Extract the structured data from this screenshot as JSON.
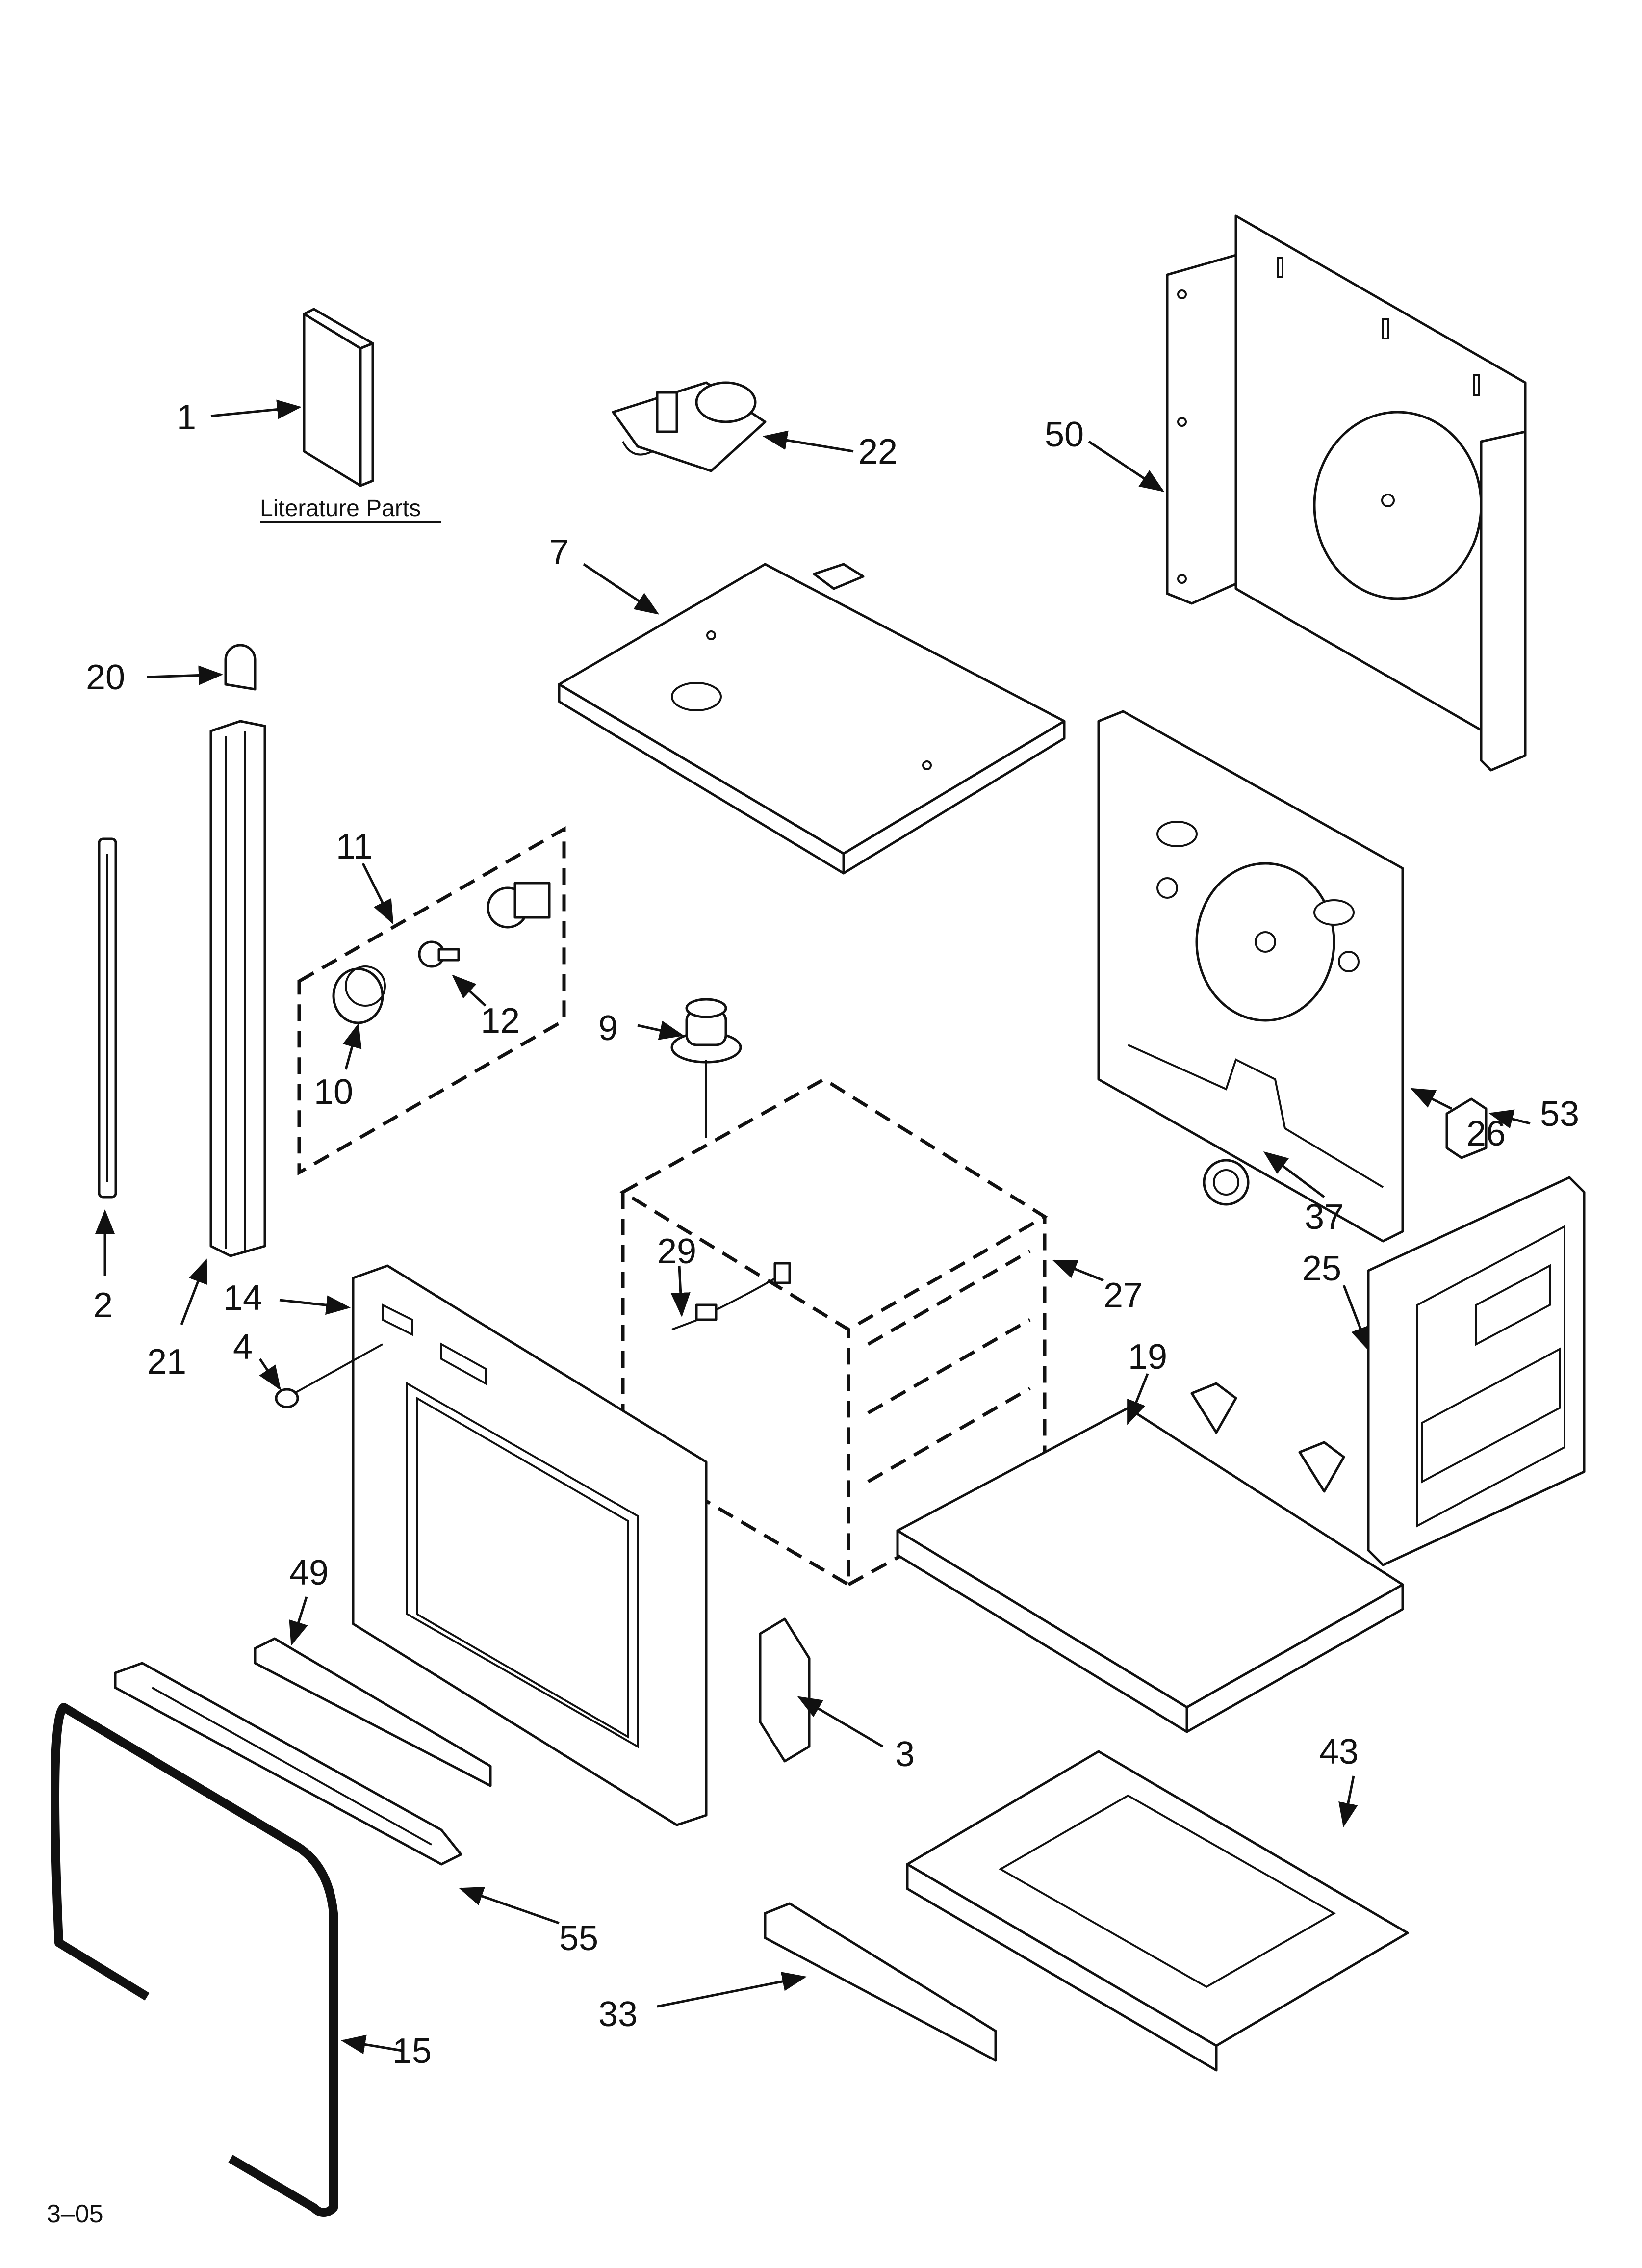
{
  "literature_label": "Literature Parts",
  "footer_code": "3–05",
  "callouts": {
    "p1": "1",
    "p2": "2",
    "p3": "3",
    "p4": "4",
    "p7": "7",
    "p9": "9",
    "p10": "10",
    "p11": "11",
    "p12": "12",
    "p14": "14",
    "p15": "15",
    "p19": "19",
    "p20": "20",
    "p21": "21",
    "p22": "22",
    "p25": "25",
    "p26": "26",
    "p27": "27",
    "p29": "29",
    "p33": "33",
    "p37": "37",
    "p43": "43",
    "p49": "49",
    "p50": "50",
    "p53": "53",
    "p55": "55"
  },
  "colors": {
    "line": "#111111",
    "background": "#ffffff"
  }
}
